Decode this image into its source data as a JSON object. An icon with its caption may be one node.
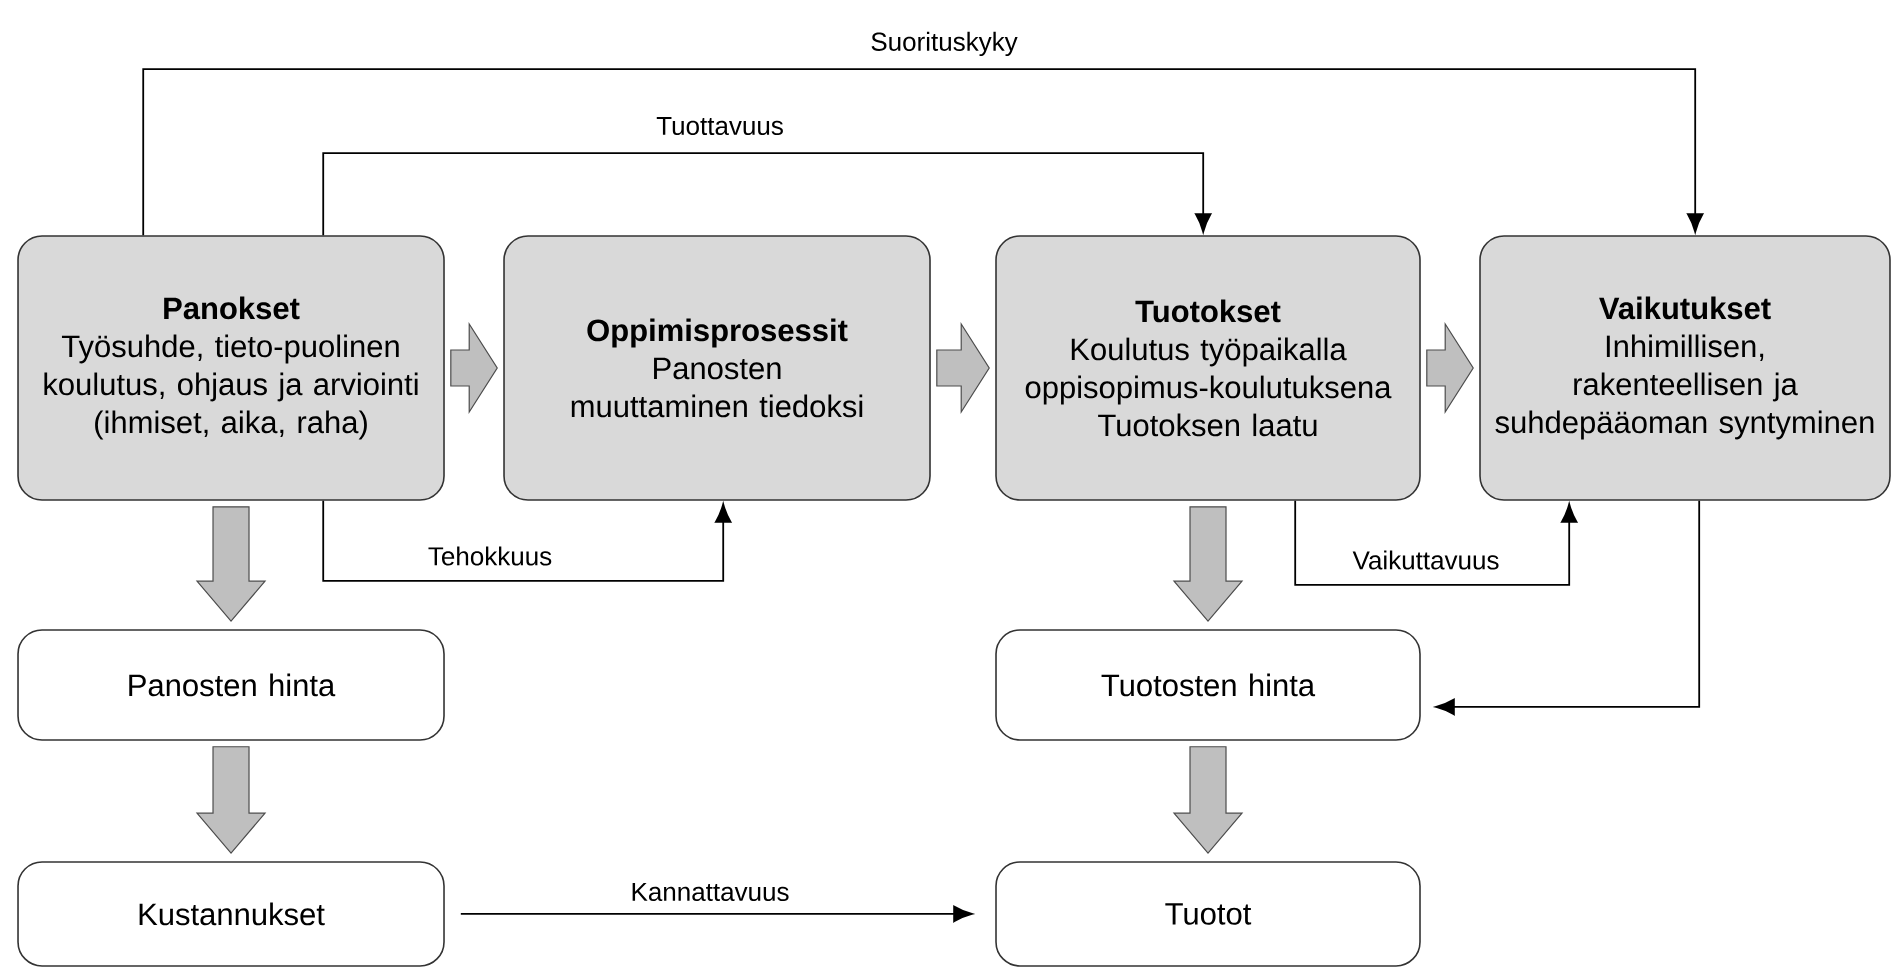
{
  "diagram": {
    "nodes": [
      {
        "text": [
          "Panokset",
          "Työsuhde, tieto-puolinen koulutus, ohjaus ja arviointi (ihmiset, aika, raha)"
        ]
      },
      {
        "text": [
          "Oppimisprosessit",
          "Panosten muuttaminen tiedoksi"
        ]
      },
      {
        "text": [
          "Tuotokset",
          "Koulutus työpaikalla oppisopimus-koulutuksena",
          "Tuotoksen laatu"
        ]
      },
      {
        "text": [
          "Vaikutukset",
          "Inhimillisen, rakenteellisen ja suhdepääoman syntyminen"
        ]
      },
      {
        "text": [
          "Panosten hinta"
        ]
      },
      {
        "text": [
          "Tuotosten hinta"
        ]
      },
      {
        "text": [
          "Kustannukset"
        ]
      },
      {
        "text": [
          "Tuotot"
        ]
      }
    ],
    "edges": [
      {
        "from": 0,
        "to": 1,
        "arrow": "to",
        "style": "thick"
      },
      {
        "from": 1,
        "to": 2,
        "arrow": "to",
        "style": "thick"
      },
      {
        "from": 2,
        "to": 3,
        "arrow": "to",
        "style": "thick"
      },
      {
        "from": 0,
        "to": 4,
        "arrow": "to",
        "style": "thick"
      },
      {
        "from": 4,
        "to": 6,
        "arrow": "to",
        "style": "thick"
      },
      {
        "from": 2,
        "to": 5,
        "arrow": "to",
        "style": "thick"
      },
      {
        "from": 5,
        "to": 7,
        "arrow": "to",
        "style": "thick"
      },
      {
        "from": 0,
        "to": 3,
        "arrow": "to",
        "label": "Suorituskyky"
      },
      {
        "from": 0,
        "to": 2,
        "arrow": "to",
        "label": "Tuottavuus"
      },
      {
        "from": 0,
        "to": 1,
        "arrow": "to",
        "label": "Tehokkuus"
      },
      {
        "from": 2,
        "to": 3,
        "arrow": "to",
        "label": "Vaikuttavuus"
      },
      {
        "from": 3,
        "to": 5,
        "arrow": "to"
      },
      {
        "from": 6,
        "to": 7,
        "arrow": "to",
        "label": "Kannattavuus"
      }
    ]
  }
}
